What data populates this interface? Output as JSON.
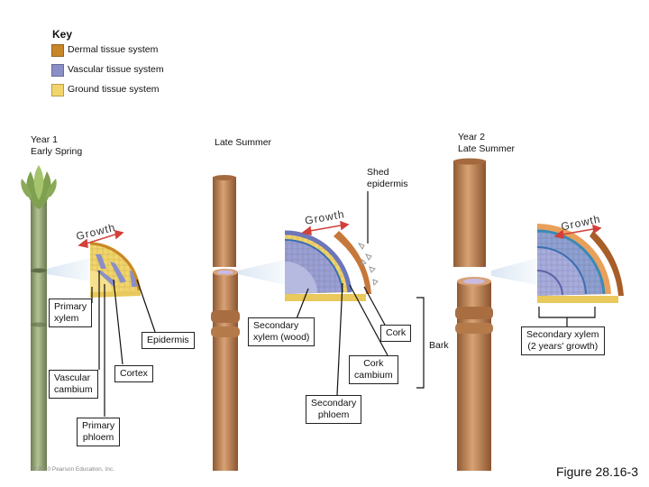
{
  "key": {
    "title": "Key",
    "items": [
      {
        "label": "Dermal tissue system",
        "color": "#C8862A"
      },
      {
        "label": "Vascular tissue system",
        "color": "#8A8FC8"
      },
      {
        "label": "Ground tissue system",
        "color": "#F2D56A"
      }
    ]
  },
  "stages": {
    "year1": {
      "line1": "Year 1",
      "line2": "Early Spring"
    },
    "late_summer": "Late Summer",
    "year2": {
      "line1": "Year 2",
      "line2": "Late Summer"
    }
  },
  "growth_label": "Growth",
  "labels": {
    "shed_epidermis": {
      "line1": "Shed",
      "line2": "epidermis"
    },
    "primary_xylem": {
      "line1": "Primary",
      "line2": "xylem"
    },
    "epidermis": "Epidermis",
    "vascular_cambium": {
      "line1": "Vascular",
      "line2": "cambium"
    },
    "cortex": "Cortex",
    "primary_phloem": {
      "line1": "Primary",
      "line2": "phloem"
    },
    "secondary_xylem_wood": {
      "line1": "Secondary",
      "line2": "xylem (wood)"
    },
    "cork": "Cork",
    "cork_cambium": {
      "line1": "Cork",
      "line2": "cambium"
    },
    "secondary_phloem": {
      "line1": "Secondary",
      "line2": "phloem"
    },
    "bark": "Bark",
    "secondary_xylem_2yr": {
      "line1": "Secondary xylem",
      "line2": "(2 years' growth)"
    }
  },
  "copyright": "© 2010 Pearson Education, Inc.",
  "figure_caption": "Figure 28.16-3",
  "colors": {
    "dermal": "#C8862A",
    "vascular": "#8A8FC8",
    "ground": "#F2D56A",
    "stem_green": "#9AAA78",
    "bark_brown": "#B98252",
    "blue_pale": "#DDE8F4"
  }
}
